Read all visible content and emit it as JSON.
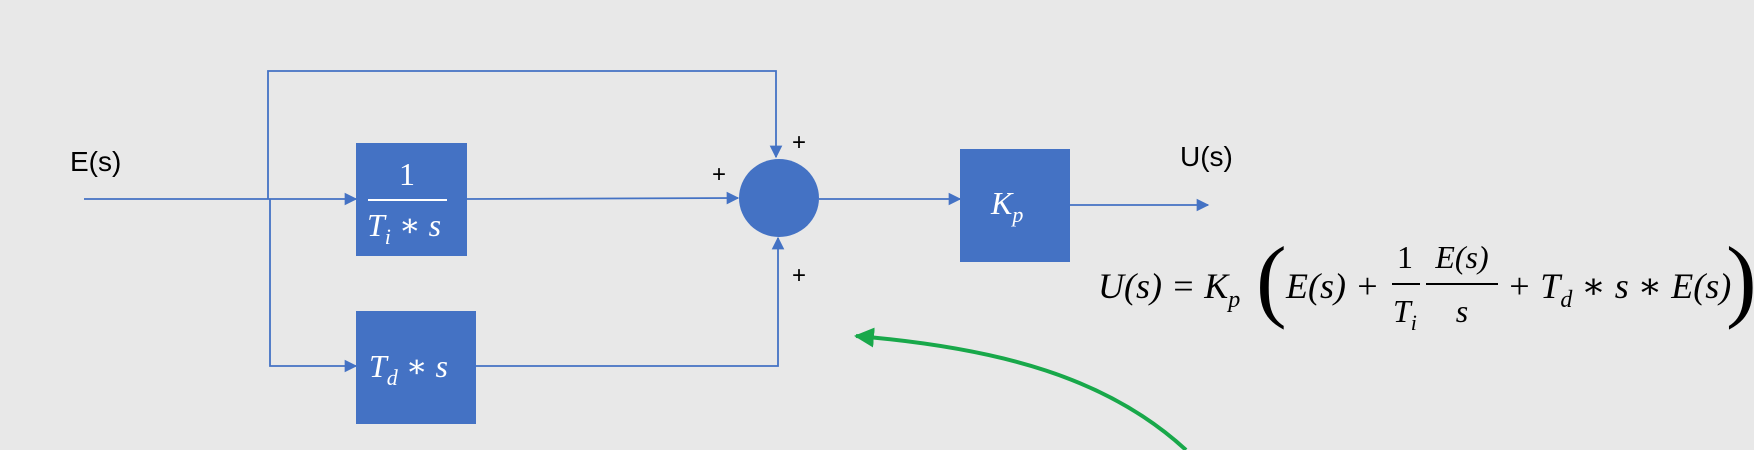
{
  "colors": {
    "background": "#e8e8e8",
    "block_fill": "#4472c4",
    "line": "#4472c4",
    "arrow_green": "#18a84a",
    "text": "#000000",
    "block_text": "#ffffff"
  },
  "signals": {
    "input": "E(s)",
    "output": "U(s)"
  },
  "blocks": {
    "integral": {
      "numerator": "1",
      "den_T": "T",
      "den_sub": "i",
      "den_rest": " ∗ s"
    },
    "derivative": {
      "T": "T",
      "sub": "d",
      "rest": " ∗ s"
    },
    "gain": {
      "K": "K",
      "sub": "p"
    }
  },
  "summer": {
    "sign_top": "+",
    "sign_left": "+",
    "sign_bottom": "+"
  },
  "equation": {
    "lhs": "U(s) = ",
    "K": "K",
    "K_sub": "p",
    "open_paren": "(",
    "term1": "E(s) + ",
    "frac1_num": "1",
    "frac1_den_T": "T",
    "frac1_den_sub": "i",
    "frac2_num": "E(s)",
    "frac2_den": "s",
    "term3_plus": "+ ",
    "term3_T": "T",
    "term3_sub": "d",
    "term3_rest": " ∗ s ∗ E(s)",
    "close_paren": ")"
  }
}
